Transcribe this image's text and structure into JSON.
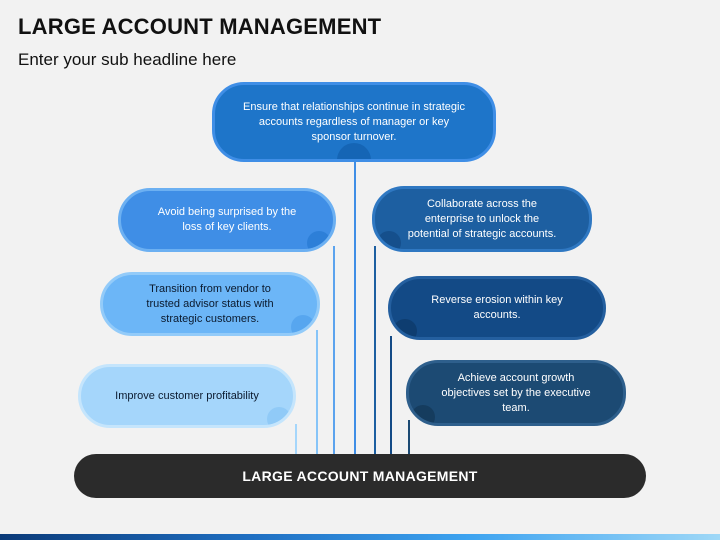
{
  "header": {
    "title": "LARGE ACCOUNT MANAGEMENT",
    "subtitle": "Enter your sub headline here"
  },
  "diagram": {
    "top_box": "Ensure that relationships continue in strategic accounts regardless of manager or key sponsor turnover.",
    "left_boxes": [
      "Avoid being surprised by the loss of key clients.",
      "Transition from vendor to trusted advisor status with strategic customers.",
      "Improve customer profitability"
    ],
    "right_boxes": [
      "Collaborate across the enterprise to unlock the potential of strategic accounts.",
      "Reverse erosion within key accounts.",
      "Achieve account growth objectives set by the executive team."
    ],
    "base_label": "LARGE ACCOUNT MANAGEMENT"
  },
  "colors": {
    "top_fill": "#1e75c9",
    "left_1_fill": "#3f8ee6",
    "left_2_fill": "#6cb6f7",
    "left_3_fill": "#a5d6fb",
    "right_1_fill": "#1d5fa1",
    "right_2_fill": "#134a86",
    "right_3_fill": "#1c4a73",
    "base_fill": "#2b2b2b"
  }
}
